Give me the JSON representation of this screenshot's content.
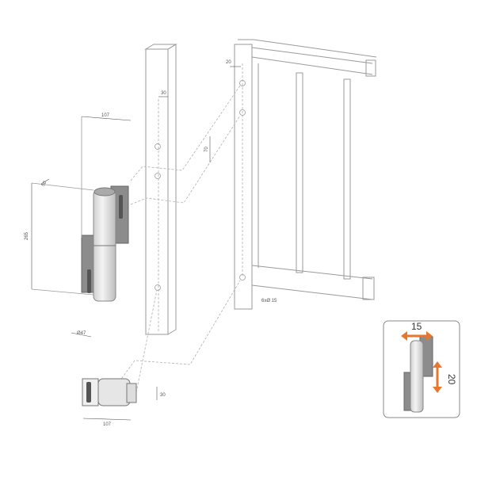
{
  "dimensions": {
    "post_offset": "30",
    "hinge_width": "107",
    "hole_spacing": "70",
    "leaf_offset": "50",
    "hinge_height": "265",
    "barrel_diameter": "Ø47",
    "frame_offset": "20",
    "holes": "6xØ 15",
    "bottom_height": "30",
    "bottom_width": "107"
  },
  "inset": {
    "horizontal_adjust": "15",
    "vertical_adjust": "20",
    "accent_color": "#e8772e"
  }
}
